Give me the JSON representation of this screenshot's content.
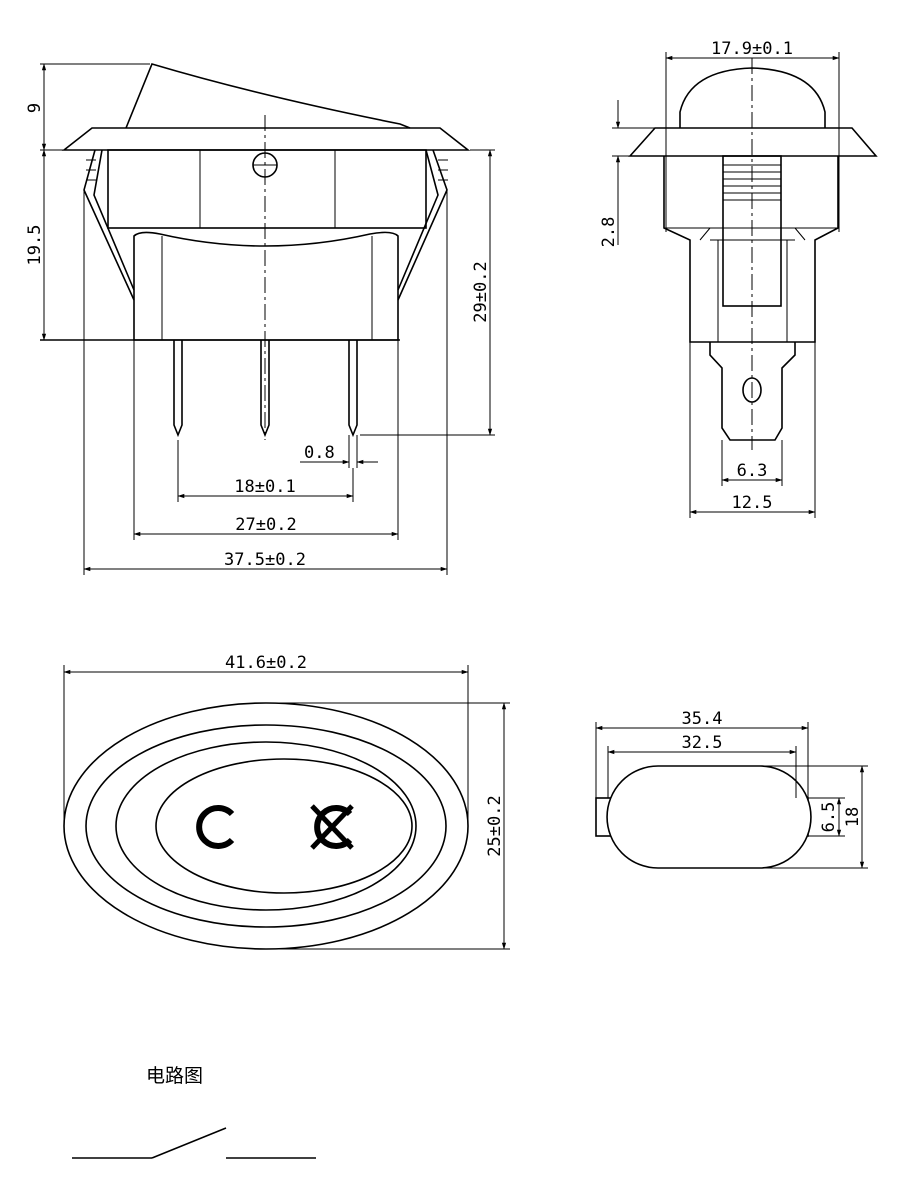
{
  "side_view": {
    "dim_actuator_height": "9",
    "dim_body_height": "19.5",
    "dim_total_height": "29±0.2",
    "dim_terminal_thickness": "0.8",
    "dim_terminal_pitch": "18±0.1",
    "dim_body_width": "27±0.2",
    "dim_bezel_width": "37.5±0.2"
  },
  "end_view": {
    "dim_dome_width": "17.9±0.1",
    "dim_bezel_thickness": "2.8",
    "dim_terminal_width": "6.3",
    "dim_body_depth": "12.5"
  },
  "top_view": {
    "dim_length": "41.6±0.2",
    "dim_width": "25±0.2"
  },
  "cutout_view": {
    "dim_outer_length": "35.4",
    "dim_inner_length": "32.5",
    "dim_slot_height": "6.5",
    "dim_height": "18"
  },
  "circuit": {
    "label": "电路图"
  }
}
